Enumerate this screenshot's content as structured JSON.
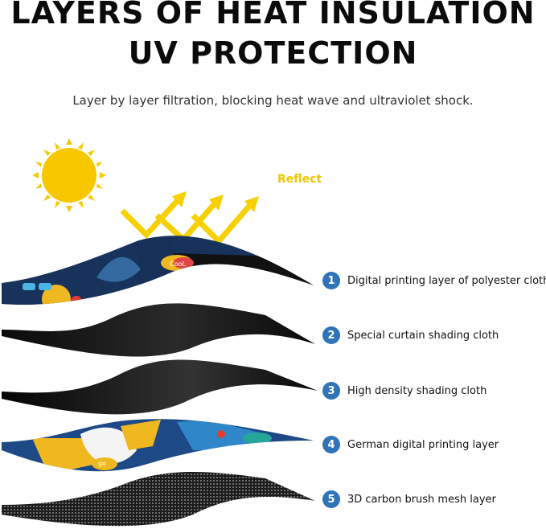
{
  "heading": {
    "line1": "LAYERS OF HEAT INSULATION",
    "line2": "UV PROTECTION",
    "subtitle": "Layer by layer filtration, blocking heat wave and ultraviolet shock."
  },
  "illustration": {
    "sun_icon": "sun-icon",
    "reflect_label": "Reflect",
    "colors": {
      "sun": "#f7c800",
      "arrows": "#f7d000",
      "badge": "#2f73b8",
      "print": "#17335c"
    }
  },
  "layers": [
    {
      "number": "1",
      "label": "Digital printing layer of polyester cloth"
    },
    {
      "number": "2",
      "label": "Special curtain shading cloth"
    },
    {
      "number": "3",
      "label": "High density shading cloth"
    },
    {
      "number": "4",
      "label": "German digital printing layer"
    },
    {
      "number": "5",
      "label": "3D carbon brush mesh layer"
    }
  ],
  "print_text": {
    "cool": "CooL",
    "go": "go"
  }
}
